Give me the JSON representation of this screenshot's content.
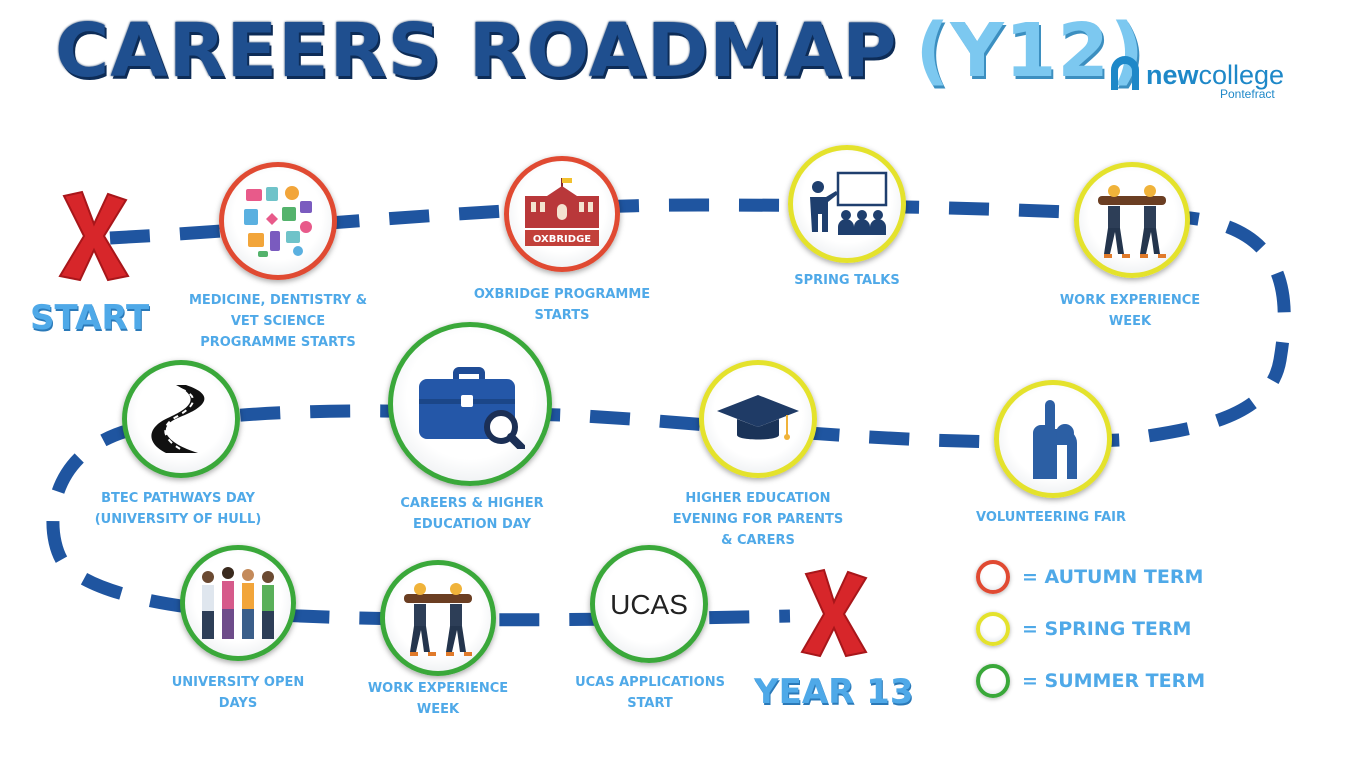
{
  "title": {
    "main": "CAREERS ROADMAP",
    "sub": "(Y12)"
  },
  "logo": {
    "word_bold": "new",
    "word_light": "college",
    "town": "Pontefract"
  },
  "start_label": "START",
  "end_label": "YEAR 13",
  "milestones": [
    {
      "id": "medicine",
      "label": "MEDICINE, DENTISTRY &\nVET SCIENCE\nPROGRAMME STARTS",
      "term": "autumn",
      "icon": "medical-collage-icon"
    },
    {
      "id": "oxbridge",
      "label": "OXBRIDGE PROGRAMME\nSTARTS",
      "term": "autumn",
      "icon": "university-building-icon",
      "icon_text": "OXBRIDGE"
    },
    {
      "id": "spring-talks",
      "label": "SPRING TALKS",
      "term": "spring",
      "icon": "presentation-icon"
    },
    {
      "id": "work-exp-1",
      "label": "WORK EXPERIENCE\nWEEK",
      "term": "spring",
      "icon": "workers-carrying-icon"
    },
    {
      "id": "volunteering",
      "label": "VOLUNTEERING FAIR",
      "term": "spring",
      "icon": "raised-hand-icon"
    },
    {
      "id": "he-evening",
      "label": "HIGHER EDUCATION\nEVENING FOR PARENTS\n& CARERS",
      "term": "spring",
      "icon": "graduation-cap-icon"
    },
    {
      "id": "careers-he-day",
      "label": "CAREERS & HIGHER\nEDUCATION DAY",
      "term": "summer",
      "icon": "briefcase-search-icon"
    },
    {
      "id": "btec",
      "label": "BTEC PATHWAYS DAY\n(UNIVERSITY OF HULL)",
      "term": "summer",
      "icon": "winding-road-icon"
    },
    {
      "id": "open-days",
      "label": "UNIVERSITY OPEN\nDAYS",
      "term": "summer",
      "icon": "students-group-icon"
    },
    {
      "id": "work-exp-2",
      "label": "WORK EXPERIENCE\nWEEK",
      "term": "summer",
      "icon": "workers-carrying-icon"
    },
    {
      "id": "ucas",
      "label": "UCAS APPLICATIONS\nSTART",
      "term": "summer",
      "icon": "ucas-logo-icon",
      "icon_text": "UCAS"
    }
  ],
  "legend": [
    {
      "term": "autumn",
      "label": "= AUTUMN TERM",
      "color": "#e04a32"
    },
    {
      "term": "spring",
      "label": "= SPRING TERM",
      "color": "#e4e22c"
    },
    {
      "term": "summer",
      "label": "= SUMMER TERM",
      "color": "#3aa83a"
    }
  ],
  "colors": {
    "path": "#1f55a0",
    "text": "#4fa9e8",
    "x_mark": "#d7262a"
  }
}
